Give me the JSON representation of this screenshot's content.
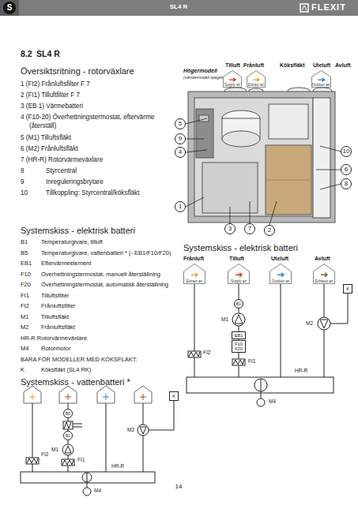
{
  "diagram": {
    "nodes": [
      {
        "text": [
          "Supply air"
        ]
      },
      {
        "text": [
          "Extract air"
        ]
      },
      {
        "text": [
          "Outdoor air"
        ]
      },
      {
        "text": [
          "Extract air"
        ]
      },
      {
        "text": [
          "Supply air"
        ]
      },
      {
        "text": [
          "Outdoor air"
        ]
      },
      {
        "text": [
          "Exhaust air"
        ]
      },
      {
        "text": [
          "K"
        ]
      },
      {
        "text": [
          "EB1"
        ]
      },
      {
        "text": [
          "F10 F20"
        ]
      },
      {
        "text": [
          "K"
        ]
      }
    ],
    "labels": [
      "S",
      "SL4 R",
      "FLEXIT",
      "8.2",
      "SL4 R",
      "Översiktsritning - rotorväxlare",
      "1 (FI2) Frånluftsfilter F 7",
      "2 (FI1) Tilluftfilter F 7",
      "3 (EB 1) Värmebatteri",
      "4 (F10-20) Överhettningstermostat, eftervärme",
      "(återställ)",
      "5 (M1) Tilluftsfläkt",
      "6 (M2) Frånluftsfläkt",
      "7 (HR-R) Rotorvärmeväxlare",
      "8",
      "Styrcentral",
      "9",
      "Inreguleringsbrytare",
      "10",
      "Tillkoppling: Styrcentral/köksfläkt",
      "Högermodell",
      "(vänstermodell spegelvänd)",
      "Tilluft",
      "Frånluft",
      "Köksfläkt",
      "Uteluft",
      "Avluft",
      "5",
      "9",
      "4",
      "10",
      "6",
      "8",
      "1",
      "3",
      "7",
      "2",
      "Systemskiss - elektrisk batteri",
      "B1",
      "Temperaturgivare, tilluft",
      "B5",
      "Temperaturgivare, vattenbatteri * (- EB1/F10/F20)",
      "EB1",
      "Eftervärmeelement",
      "F10",
      "Överhettningstermostat, manuell återställning",
      "F20",
      "Överhettningstermostat, automatisk återställning",
      "FI1",
      "Tilluftsfilter",
      "FI2",
      "Frånluftsfilter",
      "M1",
      "Tilluftsfläkt",
      "M2",
      "Frånluftsfläkt",
      "HR-R Rotorvärmeväxlare",
      "M4",
      "Rotormotor",
      "BARA FÖR MODELLER MED KÖKSFLÄKT:",
      "K",
      "Köksfläkt (SL4 RK)",
      "Systemskiss - vattenbatteri *",
      "Systemskiss - elektrisk batteri",
      "Frånluft",
      "Tilluft",
      "Uteluft",
      "Avluft",
      "B1",
      "M1",
      "FI2",
      "FI1",
      "M2",
      "HR-R",
      "M4",
      "B5",
      "B1",
      "M2",
      "M1",
      "FI2",
      "FI1",
      "HR-R",
      "M4",
      "14"
    ]
  }
}
